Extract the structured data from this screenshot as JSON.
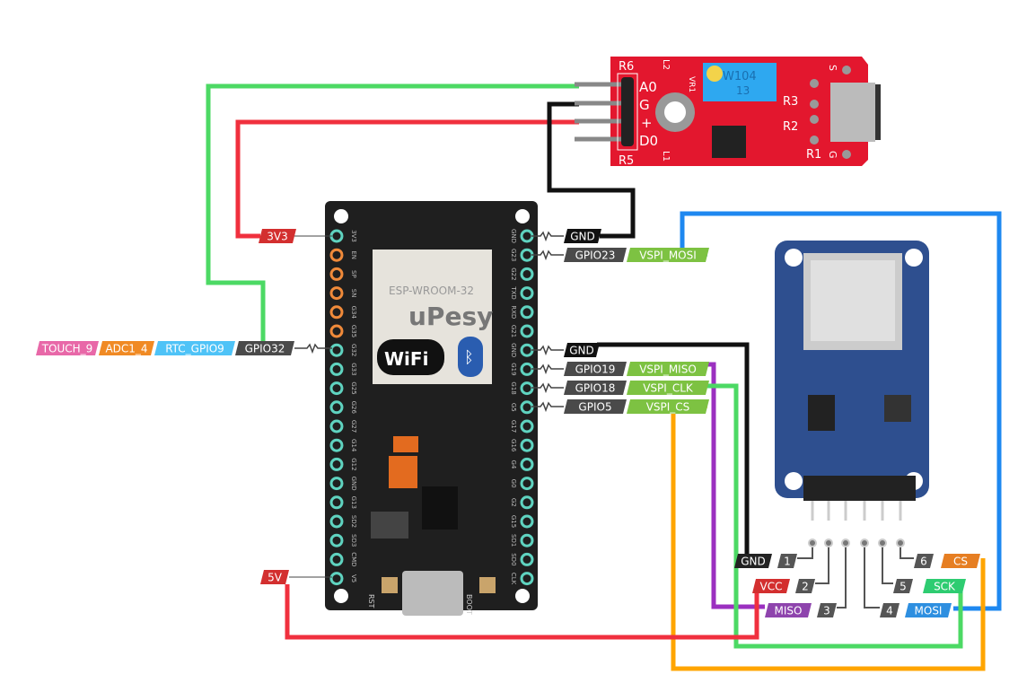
{
  "sensor": {
    "pins": [
      "A0",
      "G",
      "+",
      "D0"
    ],
    "labels": {
      "r6": "R6",
      "r5": "R5",
      "r3": "R3",
      "r2": "R2",
      "r1": "R1",
      "l2": "L2",
      "l1": "L1",
      "vr1": "VR1",
      "pot": "W104",
      "pot2": "13",
      "s": "S",
      "g": "G"
    }
  },
  "esp32": {
    "module": "ESP-WROOM-32",
    "brand": "uPesy",
    "wifi": "WiFi",
    "left_pins": [
      "3V3",
      "EN",
      "SP",
      "SN",
      "G34",
      "G35",
      "G32",
      "G33",
      "G25",
      "G26",
      "G27",
      "G14",
      "G12",
      "GND",
      "G13",
      "SD2",
      "SD3",
      "CMD",
      "V5"
    ],
    "right_pins": [
      "GND",
      "G23",
      "G22",
      "TXD",
      "RXD",
      "G21",
      "GND",
      "G19",
      "G18",
      "G5",
      "G17",
      "G16",
      "G4",
      "G0",
      "G2",
      "G15",
      "SD1",
      "SD0",
      "CLK"
    ],
    "rst": "RST",
    "boot": "BOOT"
  },
  "tags": {
    "touch9": "TOUCH_9",
    "adc1_4": "ADC1_4",
    "rtc_gpio9": "RTC_GPIO9",
    "gpio32": "GPIO32",
    "v3v3": "3V3",
    "v5": "5V",
    "gnd_top": "GND",
    "gpio23": "GPIO23",
    "vspi_mosi": "VSPI_MOSI",
    "gnd_mid": "GND",
    "gpio19": "GPIO19",
    "vspi_miso": "VSPI_MISO",
    "gpio18": "GPIO18",
    "vspi_clk": "VSPI_CLK",
    "gpio5": "GPIO5",
    "vspi_cs": "VSPI_CS"
  },
  "sd": {
    "pins": [
      {
        "num": "1",
        "name": "GND"
      },
      {
        "num": "2",
        "name": "VCC"
      },
      {
        "num": "3",
        "name": "MISO"
      },
      {
        "num": "4",
        "name": "MOSI"
      },
      {
        "num": "5",
        "name": "SCK"
      },
      {
        "num": "6",
        "name": "CS"
      }
    ]
  },
  "colors": {
    "red": "#f0303e",
    "green": "#4cd964",
    "black": "#111111",
    "blue": "#1e88f0",
    "purple": "#9b30c0",
    "orange": "#ffa500",
    "board": "#1f1f1f",
    "sensor": "#e3172e",
    "sd_board": "#2e4f8f"
  }
}
